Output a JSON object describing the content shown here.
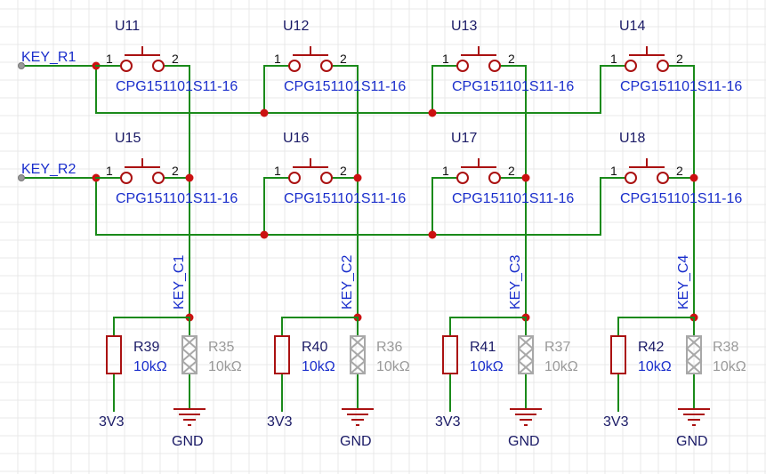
{
  "row_nets": [
    "KEY_R1",
    "KEY_R2"
  ],
  "col_nets": [
    "KEY_C1",
    "KEY_C2",
    "KEY_C3",
    "KEY_C4"
  ],
  "switch_part": "CPG151101S11-16",
  "switches": [
    [
      "U11",
      "U12",
      "U13",
      "U14"
    ],
    [
      "U15",
      "U16",
      "U17",
      "U18"
    ]
  ],
  "pin_labels": [
    "1",
    "2"
  ],
  "resistors_pullup": [
    {
      "ref": "R39",
      "value": "10kΩ"
    },
    {
      "ref": "R40",
      "value": "10kΩ"
    },
    {
      "ref": "R41",
      "value": "10kΩ"
    },
    {
      "ref": "R42",
      "value": "10kΩ"
    }
  ],
  "resistors_unplaced": [
    {
      "ref": "R35",
      "value": "10kΩ"
    },
    {
      "ref": "R36",
      "value": "10kΩ"
    },
    {
      "ref": "R37",
      "value": "10kΩ"
    },
    {
      "ref": "R38",
      "value": "10kΩ"
    }
  ],
  "power_label": "3V3",
  "ground_label": "GND",
  "colors": {
    "wire": "#1a8a1a",
    "part": "#aa1111",
    "junction": "#cc1111",
    "label": "#1a2ecc",
    "unplaced": "#a8a8a8"
  }
}
